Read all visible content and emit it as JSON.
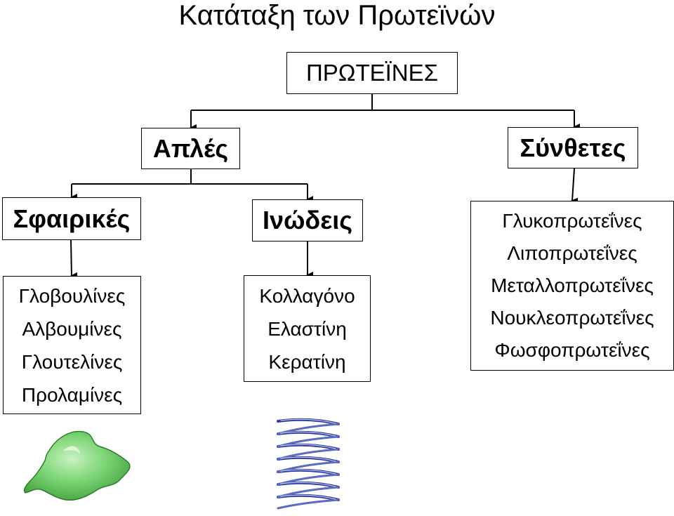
{
  "title": "Κατάταξη των Πρωτεϊνών",
  "root": "ΠΡΩΤΕΪΝΕΣ",
  "simple": {
    "label": "Απλές",
    "globular": {
      "label": "Σφαιρικές",
      "items": [
        "Γλοβουλίνες",
        "Αλβουμίνες",
        "Γλουτελίνες",
        "Προλαμίνες"
      ]
    },
    "fibrous": {
      "label": "Ινώδεις",
      "items": [
        "Κολλαγόνο",
        "Ελαστίνη",
        "Κερατίνη"
      ]
    }
  },
  "complex": {
    "label": "Σύνθετες",
    "items": [
      "Γλυκοπρωτεΐνες",
      "Λιποπρωτεΐνες",
      "Μεταλλοπρωτεΐνες",
      "Νουκλεοπρωτεΐνες",
      "Φωσφοπρωτεΐνες"
    ]
  },
  "colors": {
    "globule_fill": "#5fc25a",
    "globule_highlight": "#c9f2c2",
    "helix_blue": "#2f3aa0",
    "helix_light": "#b8c4e6"
  },
  "icons": [
    "globular-protein-icon",
    "fibrous-helix-icon"
  ]
}
